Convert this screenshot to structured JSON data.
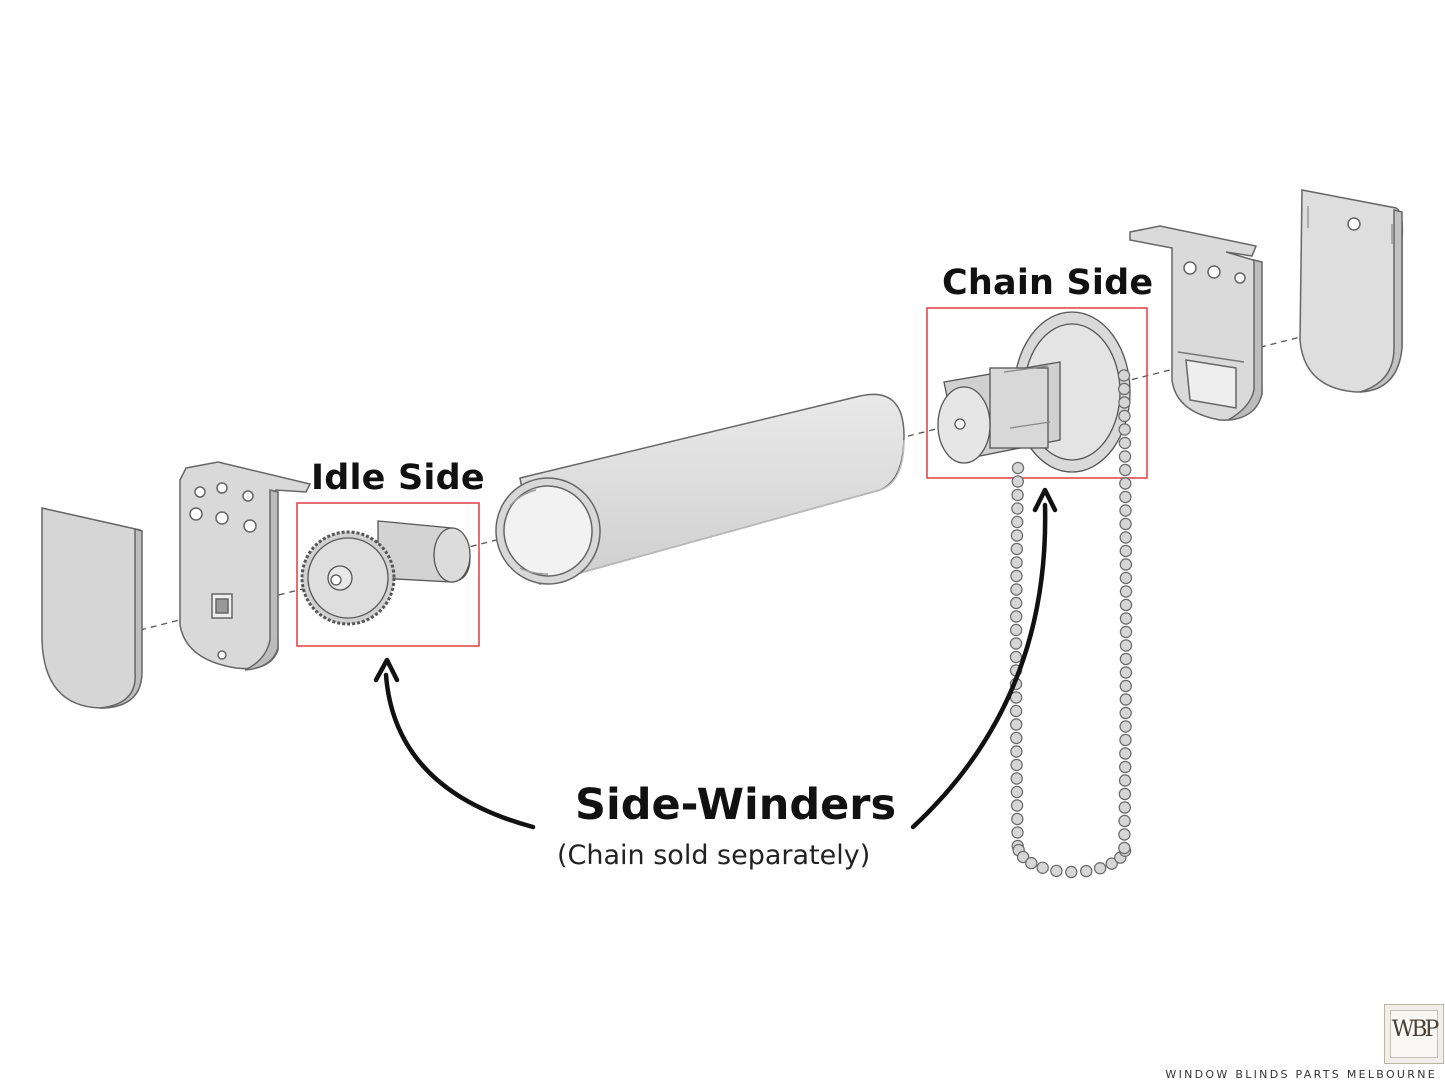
{
  "labels": {
    "idle_side": "Idle Side",
    "chain_side": "Chain Side",
    "main": "Side-Winders",
    "sub": "(Chain sold separately)"
  },
  "branding": {
    "logo": "WBP",
    "name": "WINDOW BLINDS PARTS MELBOURNE"
  },
  "colors": {
    "part_fill": "#dcdcdc",
    "part_stroke": "#6f6f6f",
    "highlight_box": "#e0494f",
    "arrow": "#111111"
  }
}
